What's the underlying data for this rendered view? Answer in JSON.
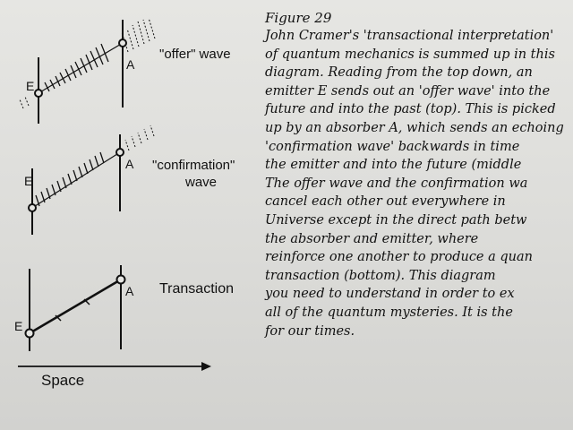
{
  "figure": {
    "title": "Figure 29",
    "lines": [
      "John Cramer's 'transactional interpretation'",
      "of quantum mechanics is summed up in this",
      "diagram. Reading from the top down, an",
      "emitter E sends out an 'offer wave' into the",
      "future and into the past (top). This is picked",
      "up by an absorber A, which sends an echoing",
      "'confirmation wave' backwards in time",
      "the emitter and into the future (middle",
      "The offer wave and the confirmation wa",
      "cancel each other out everywhere in",
      "Universe except in the direct path betw",
      "the absorber and emitter, where",
      "reinforce one another to produce a quan",
      "transaction (bottom). This diagram",
      "you need to understand in order to ex",
      "all of the quantum mysteries. It is the",
      "for our times."
    ]
  },
  "diagram": {
    "offer_label": "\"offer\" wave",
    "confirmation_label_1": "\"confirmation\"",
    "confirmation_label_2": "wave",
    "transaction_label": "Transaction",
    "space_label": "Space",
    "emitter": "E",
    "absorber": "A"
  }
}
